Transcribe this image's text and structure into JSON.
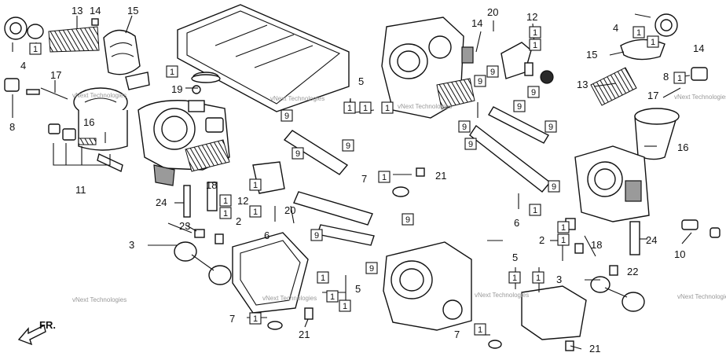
{
  "labels": {
    "n1": "1",
    "n2": "2",
    "n3": "3",
    "n4": "4",
    "n5": "5",
    "n6": "6",
    "n7": "7",
    "n8": "8",
    "n9": "9",
    "n10": "10",
    "n11": "11",
    "n12": "12",
    "n13": "13",
    "n14": "14",
    "n15": "15",
    "n16": "16",
    "n17": "17",
    "n18": "18",
    "n19": "19",
    "n20": "20",
    "n21": "21",
    "n22": "22",
    "n23": "23",
    "n24": "24"
  },
  "watermark": "vNext Technologies",
  "direction_label": "FR."
}
